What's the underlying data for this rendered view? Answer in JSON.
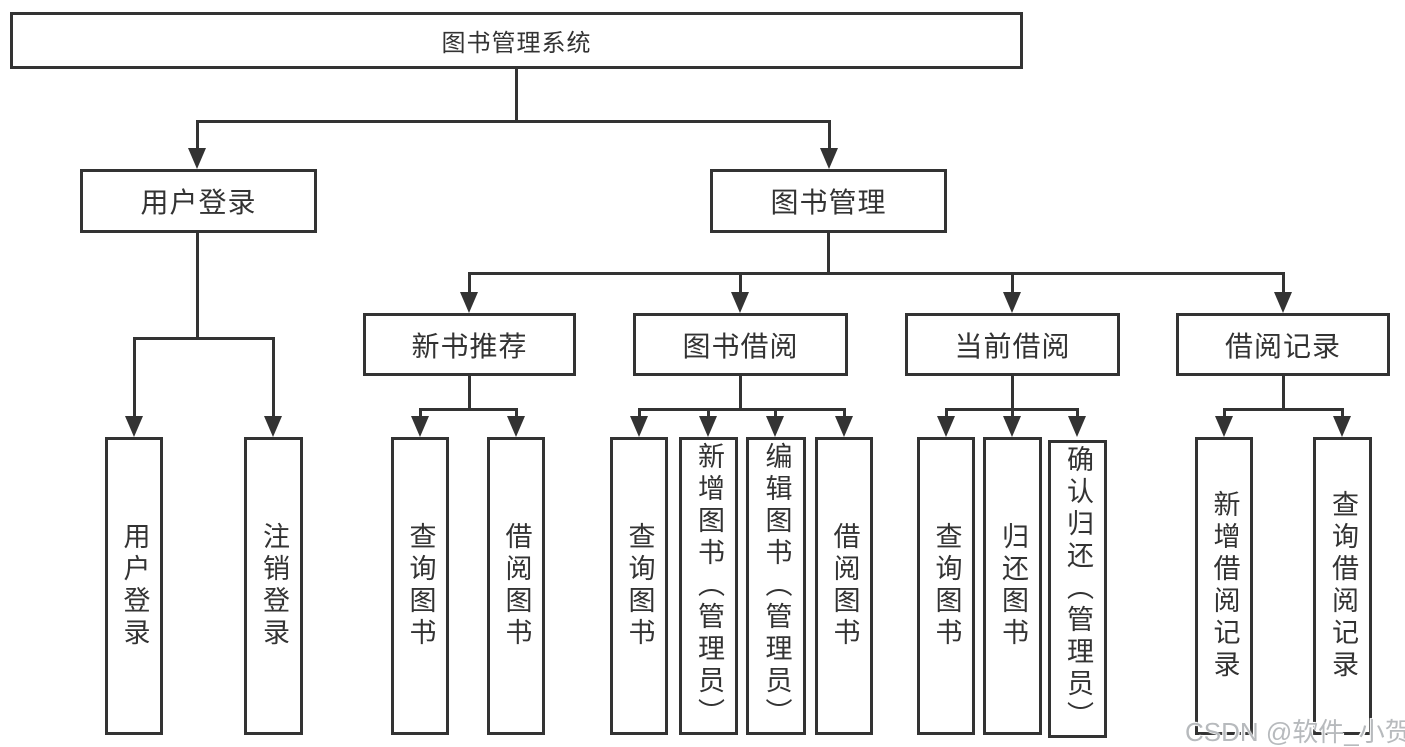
{
  "tree": {
    "root": "图书管理系统",
    "branches": [
      {
        "label": "用户登录",
        "children": [
          "用户登录",
          "注销登录"
        ]
      },
      {
        "label": "图书管理",
        "sections": [
          {
            "label": "新书推荐",
            "children": [
              "查询图书",
              "借阅图书"
            ]
          },
          {
            "label": "图书借阅",
            "children": [
              "查询图书",
              "新增图书（管理员）",
              "编辑图书（管理员）",
              "借阅图书"
            ]
          },
          {
            "label": "当前借阅",
            "children": [
              "查询图书",
              "归还图书",
              "确认归还（管理员）"
            ]
          },
          {
            "label": "借阅记录",
            "children": [
              "新增借阅记录",
              "查询借阅记录"
            ]
          }
        ]
      }
    ]
  },
  "watermark": "CSDN @软件_小贺同学",
  "colors": {
    "line": "#333333",
    "box_border": "#333333",
    "text": "#333333",
    "background": "#ffffff",
    "watermark": "#b7babd"
  }
}
